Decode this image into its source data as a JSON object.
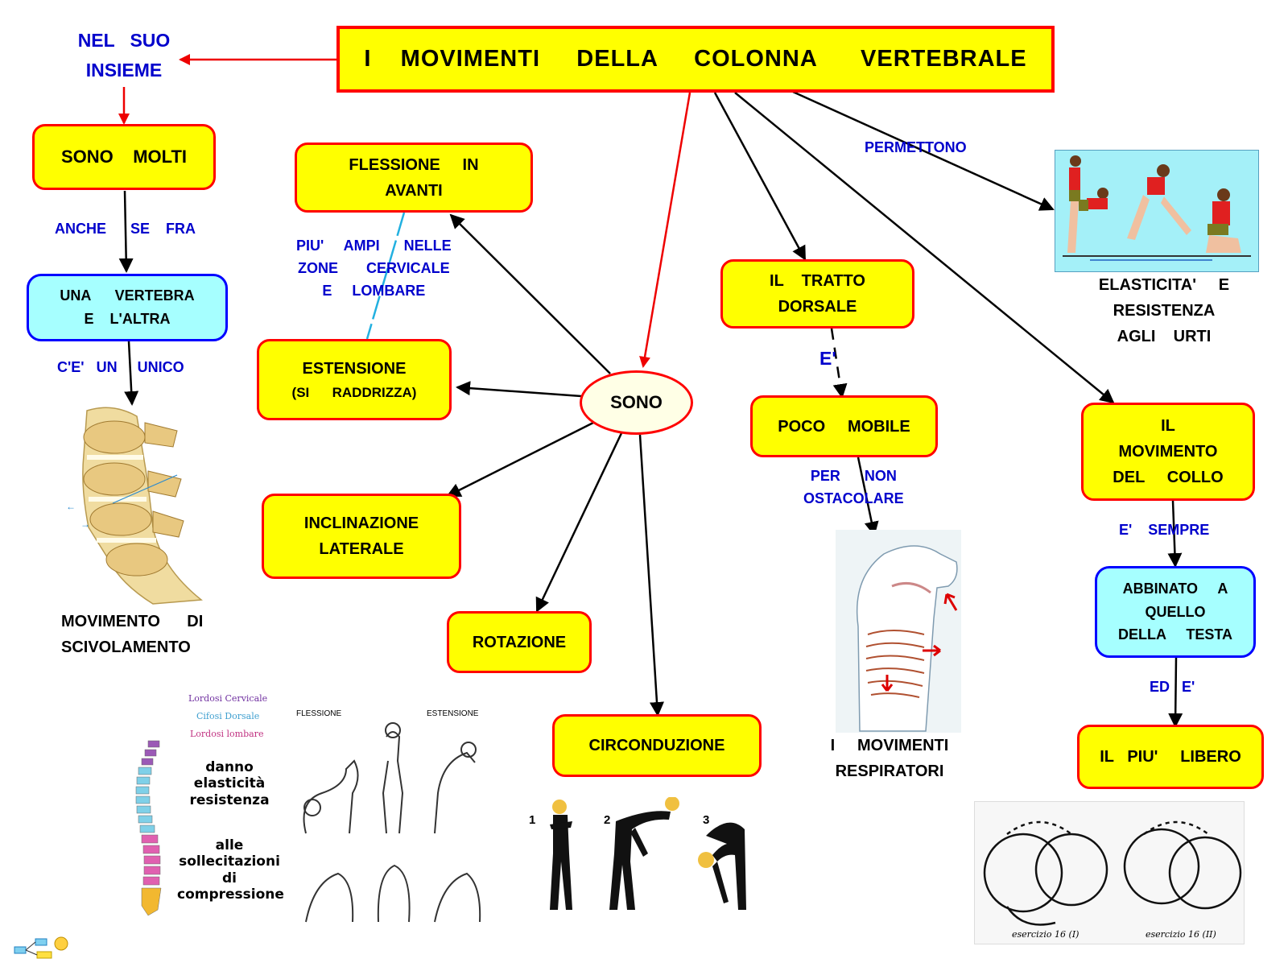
{
  "title": "I    MOVIMENTI     DELLA     COLONNA      VERTEBRALE",
  "nodes": {
    "nel_suo_insieme": "NEL   SUO\nINSIEME",
    "sono_molti": "SONO    MOLTI",
    "una_vertebra": "UNA      VERTEBRA\nE    L'ALTRA",
    "movimento_scivolamento": "MOVIMENTO      DI\nSCIVOLAMENTO",
    "flessione": "FLESSIONE     IN\nAVANTI",
    "estensione_1": "ESTENSIONE",
    "estensione_2": "(SI      RADDRIZZA)",
    "sono": "SONO",
    "inclinazione": "INCLINAZIONE\nLATERALE",
    "rotazione": "ROTAZIONE",
    "circonduzione": "CIRCONDUZIONE",
    "tratto_dorsale": "IL    TRATTO\nDORSALE",
    "poco_mobile": "POCO     MOBILE",
    "movimenti_respiratori": "I     MOVIMENTI\nRESPIRATORI",
    "elasticita": "ELASTICITA'     E\nRESISTENZA\nAGLI    URTI",
    "movimento_collo": "IL\nMOVIMENTO\nDEL     COLLO",
    "abbinato": "ABBINATO     A\nQUELLO\nDELLA     TESTA",
    "piu_libero": "IL   PIU'     LIBERO"
  },
  "link_labels": {
    "anche_se_fra": "ANCHE      SE    FRA",
    "ce_un_unico": "C'E'   UN     UNICO",
    "piu_ampi": "PIU'     AMPI      NELLE\nZONE       CERVICALE\nE     LOMBARE",
    "e_accent": "E'",
    "per_non": "PER      NON\nOSTACOLARE",
    "permettono": "PERMETTONO",
    "e_sempre": "E'    SEMPRE",
    "ed_e": "ED   E'"
  },
  "image_text": {
    "lordosi_cervicale": "Lordosi Cervicale",
    "cifosi_dorsale": "Cifosi Dorsale",
    "lordosi_lombare": "Lordosi lombare",
    "danno": "danno\nelasticità\nresistenza",
    "alle": "alle\nsollecitazioni\ndi\ncompressione",
    "flessione_small": "FLESSIONE",
    "estensione_small": "ESTENSIONE",
    "step1": "1",
    "step2": "2",
    "step3": "3",
    "esercizio1": "esercizio 16 (I)",
    "esercizio2": "esercizio 16 (II)"
  },
  "colors": {
    "node_fill": "#ffff00",
    "node_border": "#ff0000",
    "blue_fill": "#a6ffff",
    "blue_border": "#0000ff",
    "label_text": "#0000cc",
    "red_arrow": "#ee0000",
    "cyan_line": "#22b0e0"
  },
  "icons": [
    "arrow-icon",
    "spine-illustration",
    "jumper-illustration",
    "breathing-illustration",
    "neck-exercise-illustration",
    "stretching-figures-illustration",
    "posture-figures-illustration",
    "mindmap-logo-icon"
  ]
}
